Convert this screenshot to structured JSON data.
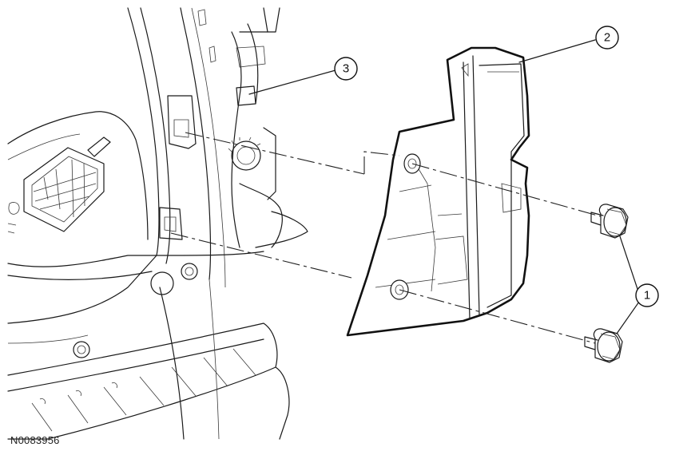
{
  "figure": {
    "id": "N0083956"
  },
  "callouts": [
    {
      "label": "1",
      "part": "fastener"
    },
    {
      "label": "2",
      "part": "tail-lamp-assembly"
    },
    {
      "label": "3",
      "part": "electrical-connector"
    }
  ]
}
